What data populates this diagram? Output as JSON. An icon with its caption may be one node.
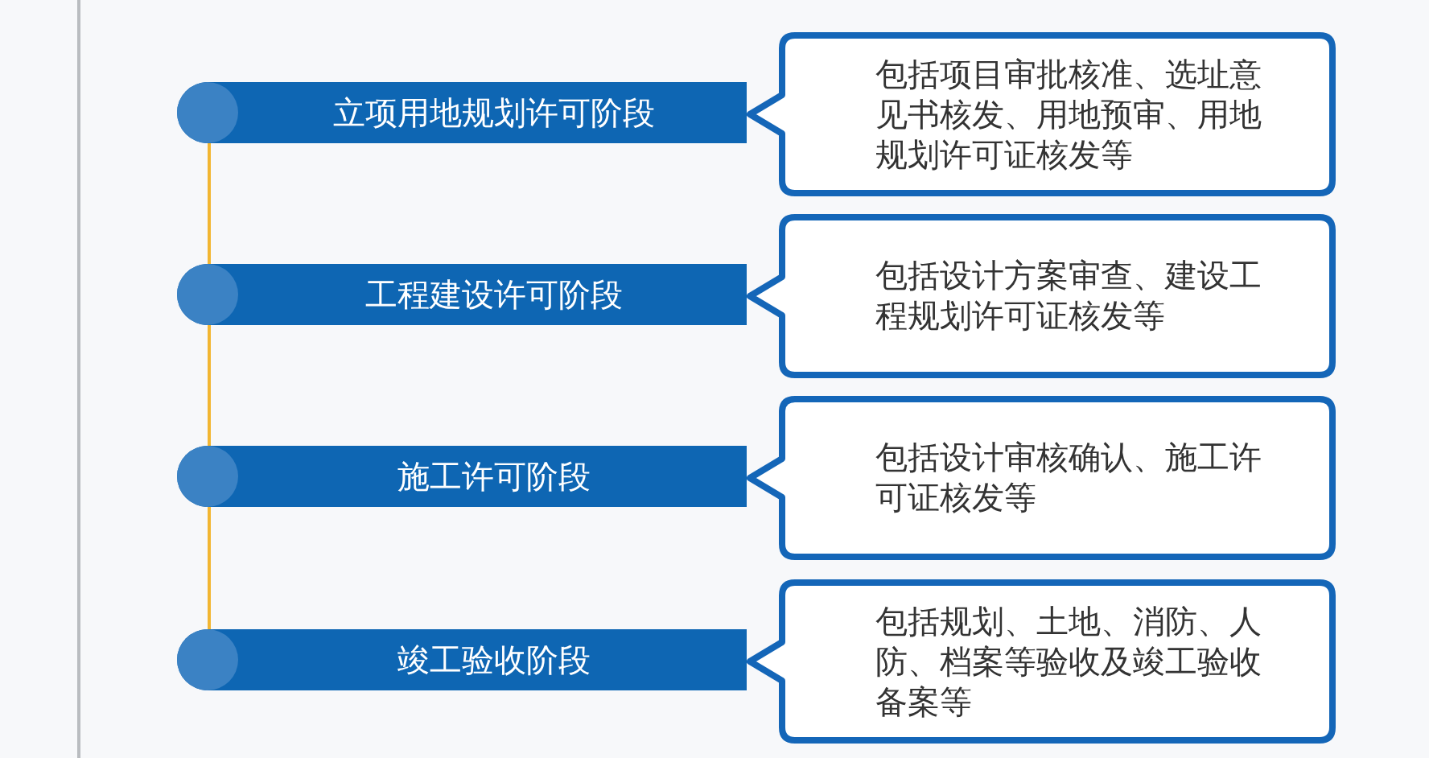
{
  "diagram": {
    "nodes": [
      {
        "text": [
          "立项用地规划许可阶段"
        ]
      },
      {
        "text": [
          "包括项目审批核准、选址意见书核发、用地预审、用地规划许可证核发等"
        ]
      },
      {
        "text": [
          "工程建设许可阶段"
        ]
      },
      {
        "text": [
          "包括设计方案审查、建设工程规划许可证核发等"
        ]
      },
      {
        "text": [
          "施工许可阶段"
        ]
      },
      {
        "text": [
          "包括设计审核确认、施工许可证核发等"
        ]
      },
      {
        "text": [
          "竣工验收阶段"
        ]
      },
      {
        "text": [
          "包括规划、土地、消防、人防、档案等验收及竣工验收备案等"
        ]
      }
    ],
    "edges": [
      {
        "from": 0,
        "to": 2,
        "arrow": "none",
        "color": "#f2b632"
      },
      {
        "from": 2,
        "to": 4,
        "arrow": "none",
        "color": "#f2b632"
      },
      {
        "from": 4,
        "to": 6,
        "arrow": "none",
        "color": "#f2b632"
      }
    ]
  }
}
